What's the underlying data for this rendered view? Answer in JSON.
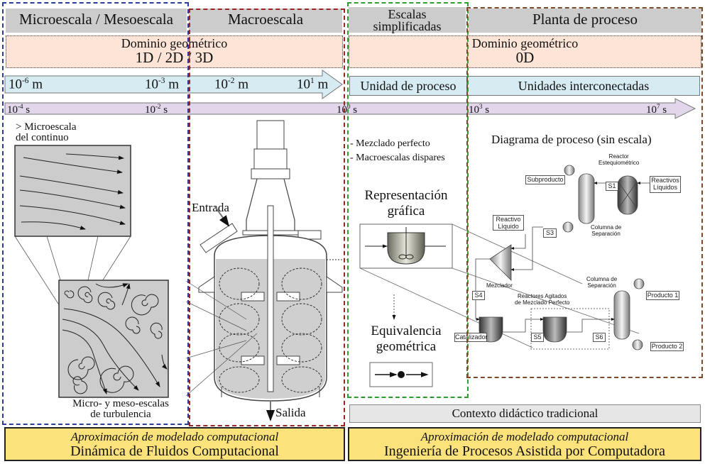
{
  "headers": {
    "micro_meso": "Microescala / Mesoescala",
    "macro": "Macroescala",
    "simplified_line1": "Escalas",
    "simplified_line2": "simplificadas",
    "plant": "Planta de proceso"
  },
  "geometric_domain": {
    "left_title": "Dominio geométrico",
    "left_dims": "1D / 2D / 3D",
    "right_title": "Dominio geométrico",
    "right_dims": "0D"
  },
  "length_scale": {
    "ticks": [
      {
        "base": "10",
        "exp": "-6",
        "unit": "m"
      },
      {
        "base": "10",
        "exp": "-3",
        "unit": "m"
      },
      {
        "base": "10",
        "exp": "-2",
        "unit": "m"
      },
      {
        "base": "10",
        "exp": "1",
        "unit": "m"
      }
    ],
    "unit_process": "Unidad de proceso",
    "interconnected": "Unidades interconectadas"
  },
  "time_scale": {
    "ticks": [
      {
        "base": "10",
        "exp": "-4",
        "unit": "s"
      },
      {
        "base": "10",
        "exp": "-2",
        "unit": "s"
      },
      {
        "base": "10",
        "exp": "0",
        "unit": "s"
      },
      {
        "base": "10",
        "exp": "3",
        "unit": "s"
      },
      {
        "base": "10",
        "exp": "7",
        "unit": "s"
      }
    ]
  },
  "micro_panel": {
    "continuum_label_line1": "> Microescala",
    "continuum_label_line2": "del continuo",
    "turbulence_label_line1": "Micro- y meso-escalas",
    "turbulence_label_line2": "de turbulencia"
  },
  "reactor_panel": {
    "inlet": "Entrada",
    "outlet": "Salida"
  },
  "simplified_panel": {
    "bullets": [
      "- Mezclado perfecto",
      "- Macroescalas dispares"
    ],
    "graphic_rep_line1": "Representación",
    "graphic_rep_line2": "gráfica",
    "equiv_line1": "Equivalencia",
    "equiv_line2": "geométrica"
  },
  "process_diagram": {
    "title": "Diagrama de proceso (sin escala)",
    "labels": {
      "reactor_stoich_1": "Reactor",
      "reactor_stoich_2": "Estequiométrico",
      "subproduct": "Subproducto",
      "liquid_reactants_1": "Reactivos",
      "liquid_reactants_2": "Líquidos",
      "s1": "S1",
      "column1_1": "Columna de",
      "column1_2": "Separación",
      "liquid_reactant_1": "Reactivo",
      "liquid_reactant_2": "Líquido",
      "s3": "S3",
      "mixer": "Mezclador",
      "s4": "S4",
      "cstr_1": "Reactores Agitados",
      "cstr_2": "de Mezclado Perfecto",
      "catalyst": "Catalizador",
      "s5": "S5",
      "s6": "S6",
      "column2_1": "Columna de",
      "column2_2": "Separación",
      "product1": "Producto 1",
      "product2": "Producto 2"
    }
  },
  "context": "Contexto didáctico tradicional",
  "footer": {
    "left_italic": "Aproximación de modelado computacional",
    "left_main": "Dinámica de Fluidos Computacional",
    "right_italic": "Aproximación de modelado computacional",
    "right_main": "Ingeniería de Procesos Asistida por Computadora"
  },
  "colors": {
    "header_gray": "#cccccc",
    "domain_peach": "#fde4d6",
    "length_blue": "#d6ecf2",
    "time_lilac": "#e2d6ea",
    "footer_yellow": "#fbe27a",
    "frame_blue": "#2b3f9a",
    "frame_red": "#9b2424",
    "frame_green": "#2ca02c",
    "frame_brown": "#7a4a2a"
  }
}
